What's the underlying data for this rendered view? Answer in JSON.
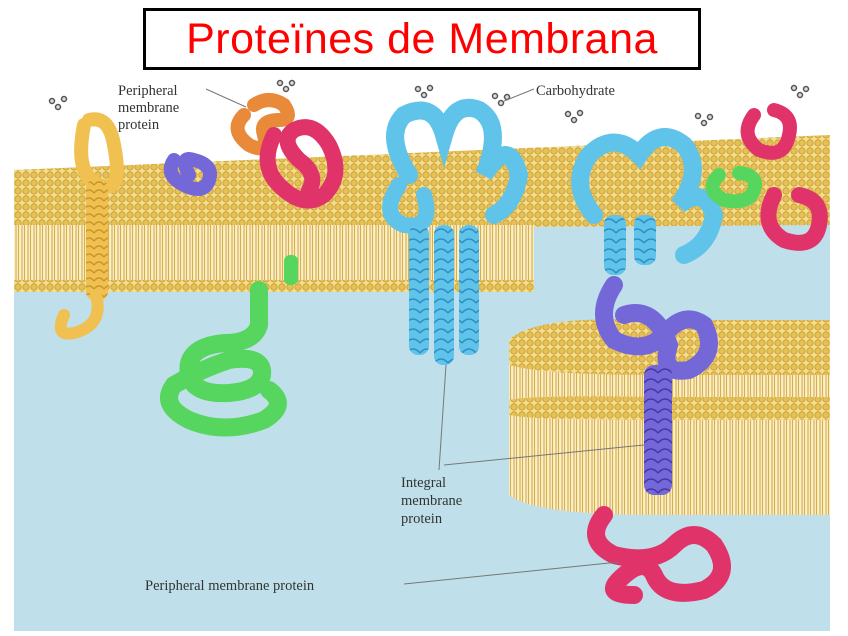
{
  "title": "Proteïnes de Membrana",
  "labels": {
    "peripheral_top": [
      "Peripheral",
      "membrane",
      "protein"
    ],
    "carbohydrate": "Carbohydrate",
    "integral": [
      "Integral",
      "membrane",
      "protein"
    ],
    "peripheral_bottom": "Peripheral membrane protein"
  },
  "colors": {
    "title": "#ff0000",
    "cytoplasm": "#bfe0ea",
    "outer_surface": "#f2e0a3",
    "lipid_head": "#e8c25a",
    "lipid_tail": "#d9b24a",
    "protein_blue": "#5fc3ea",
    "protein_purple": "#7467d8",
    "protein_red": "#e0336a",
    "protein_green": "#56d65e",
    "protein_orange": "#e88a3a",
    "protein_yellow": "#f0c050"
  }
}
